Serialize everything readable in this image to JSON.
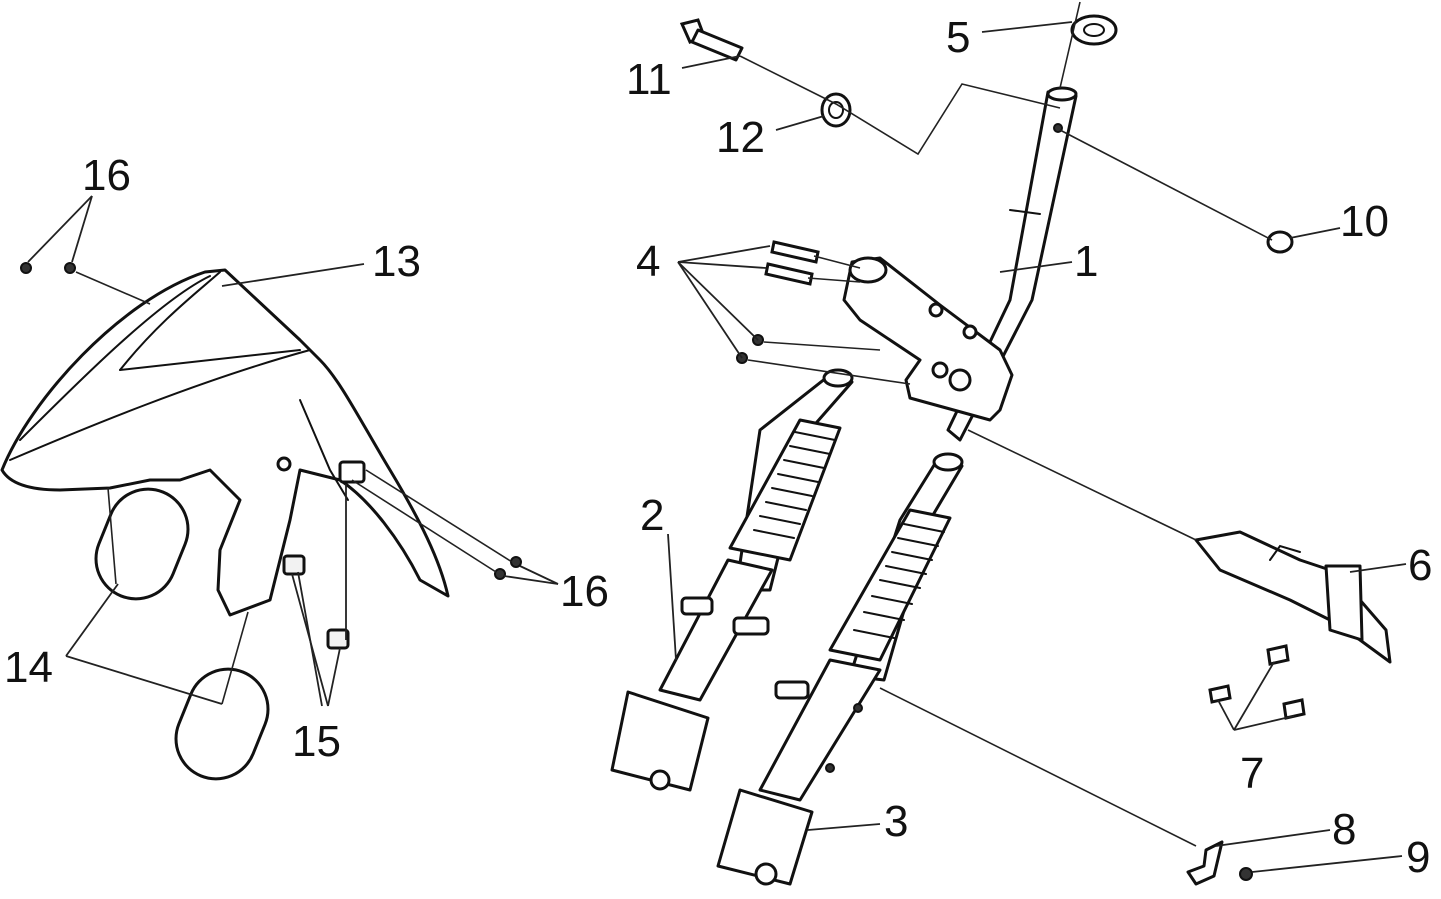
{
  "diagram": {
    "callouts": [
      {
        "id": "1",
        "label": "1"
      },
      {
        "id": "2",
        "label": "2"
      },
      {
        "id": "3",
        "label": "3"
      },
      {
        "id": "4",
        "label": "4"
      },
      {
        "id": "5",
        "label": "5"
      },
      {
        "id": "6",
        "label": "6"
      },
      {
        "id": "7",
        "label": "7"
      },
      {
        "id": "8",
        "label": "8"
      },
      {
        "id": "9",
        "label": "9"
      },
      {
        "id": "10",
        "label": "10"
      },
      {
        "id": "11",
        "label": "11"
      },
      {
        "id": "12",
        "label": "12"
      },
      {
        "id": "13",
        "label": "13"
      },
      {
        "id": "14",
        "label": "14"
      },
      {
        "id": "15",
        "label": "15"
      },
      {
        "id": "16a",
        "label": "16"
      },
      {
        "id": "16b",
        "label": "16"
      }
    ],
    "colors": {
      "line": "#111111",
      "background": "#ffffff"
    }
  }
}
